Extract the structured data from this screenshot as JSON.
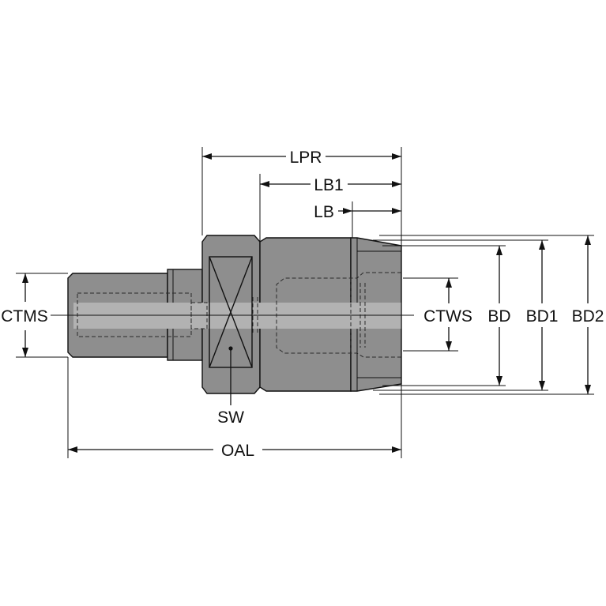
{
  "colors": {
    "body": "#8e8e8e",
    "body_dark": "#7d7d7d",
    "bore_band": "#b2b2b2",
    "line": "#111111"
  },
  "labels": {
    "lpr": "LPR",
    "lb1": "LB1",
    "lb": "LB",
    "ctms": "CTMS",
    "ctws": "CTWS",
    "bd": "BD",
    "bd1": "BD1",
    "bd2": "BD2",
    "sw": "SW",
    "oal": "OAL"
  }
}
